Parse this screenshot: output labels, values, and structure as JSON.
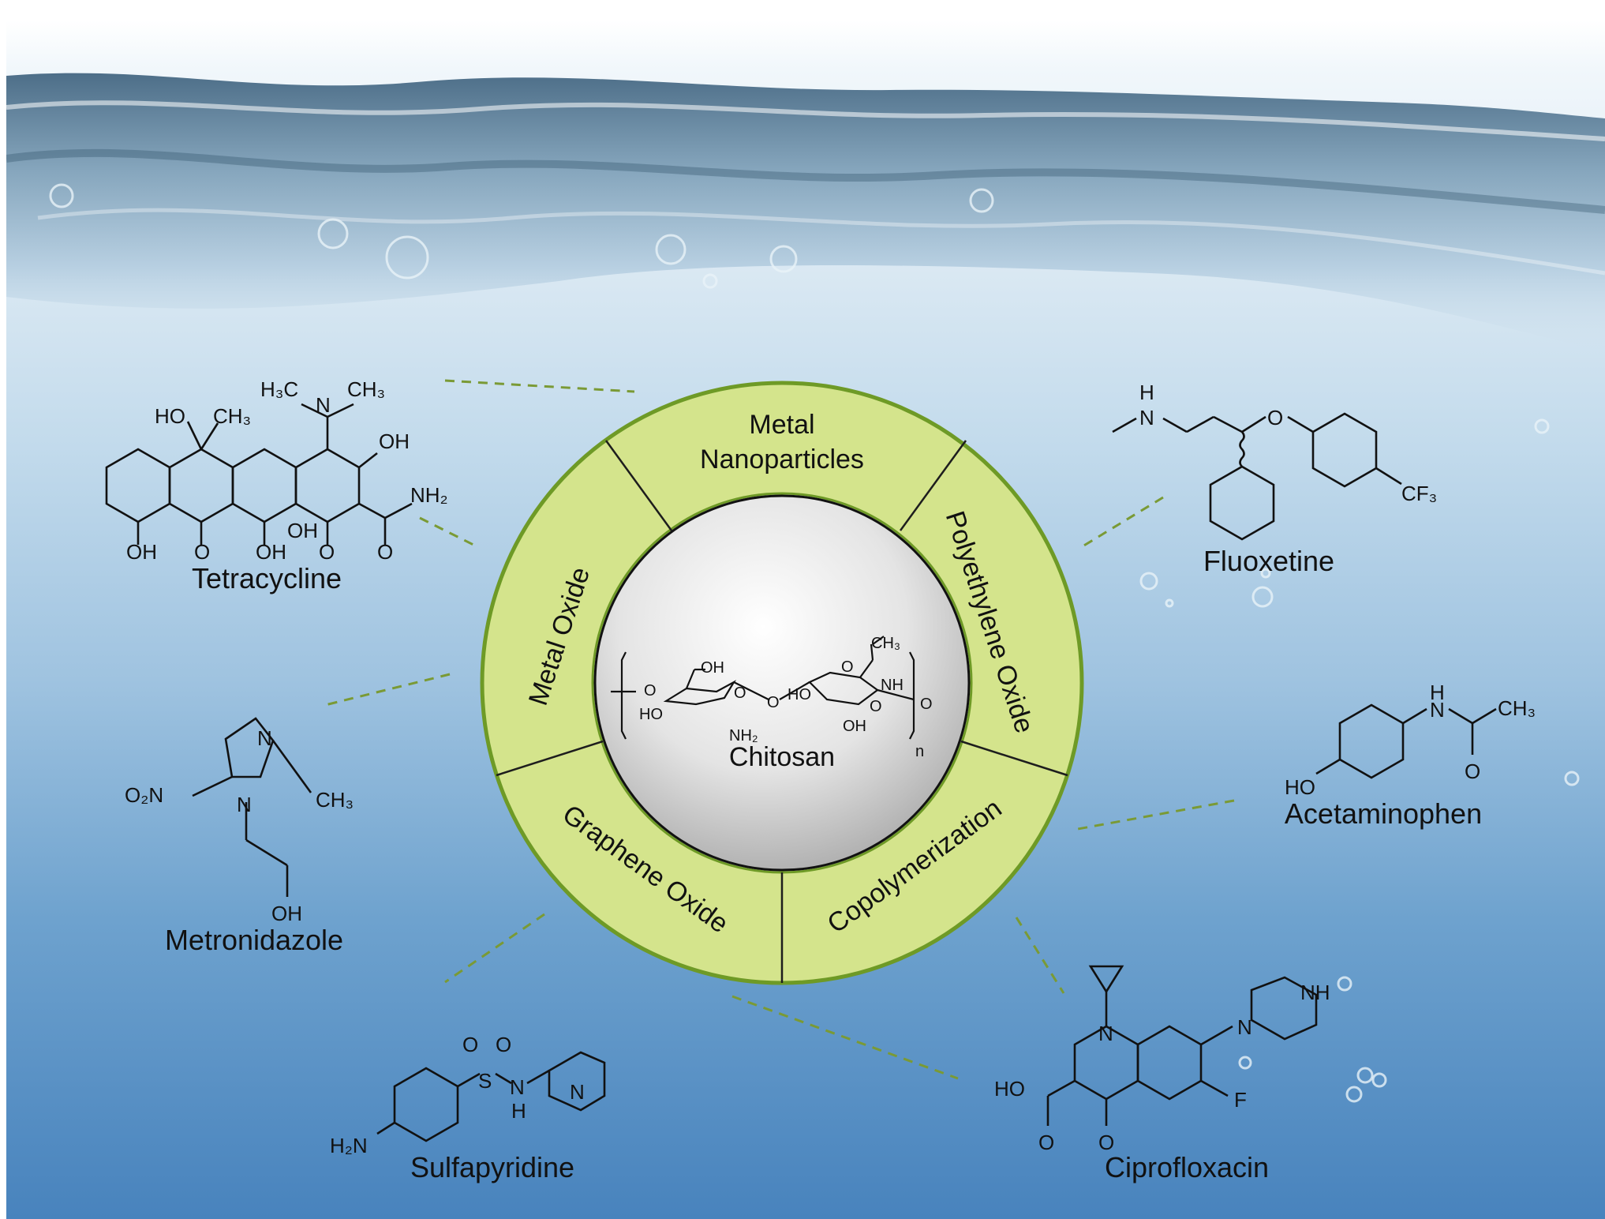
{
  "center": {
    "label": "Chitosan"
  },
  "ring_segments": [
    {
      "id": "metal-nanoparticles",
      "lines": [
        "Metal",
        "Nanoparticles"
      ]
    },
    {
      "id": "polyethylene-oxide",
      "label": "Polyethylene Oxide"
    },
    {
      "id": "copolymerization",
      "label": "Copolymerization"
    },
    {
      "id": "graphene-oxide",
      "label": "Graphene Oxide"
    },
    {
      "id": "metal-oxide",
      "label": "Metal Oxide"
    }
  ],
  "compounds": [
    {
      "id": "tetracycline",
      "name": "Tetracycline"
    },
    {
      "id": "fluoxetine",
      "name": "Fluoxetine"
    },
    {
      "id": "acetaminophen",
      "name": "Acetaminophen"
    },
    {
      "id": "metronidazole",
      "name": "Metronidazole"
    },
    {
      "id": "sulfapyridine",
      "name": "Sulfapyridine"
    },
    {
      "id": "ciprofloxacin",
      "name": "Ciprofloxacin"
    }
  ],
  "colors": {
    "ring_fill": "#d4e48c",
    "ring_stroke": "#6e9a26",
    "connector": "#7a9a35",
    "water_top": "#dbe9f3",
    "water_bottom": "#4883bd"
  }
}
